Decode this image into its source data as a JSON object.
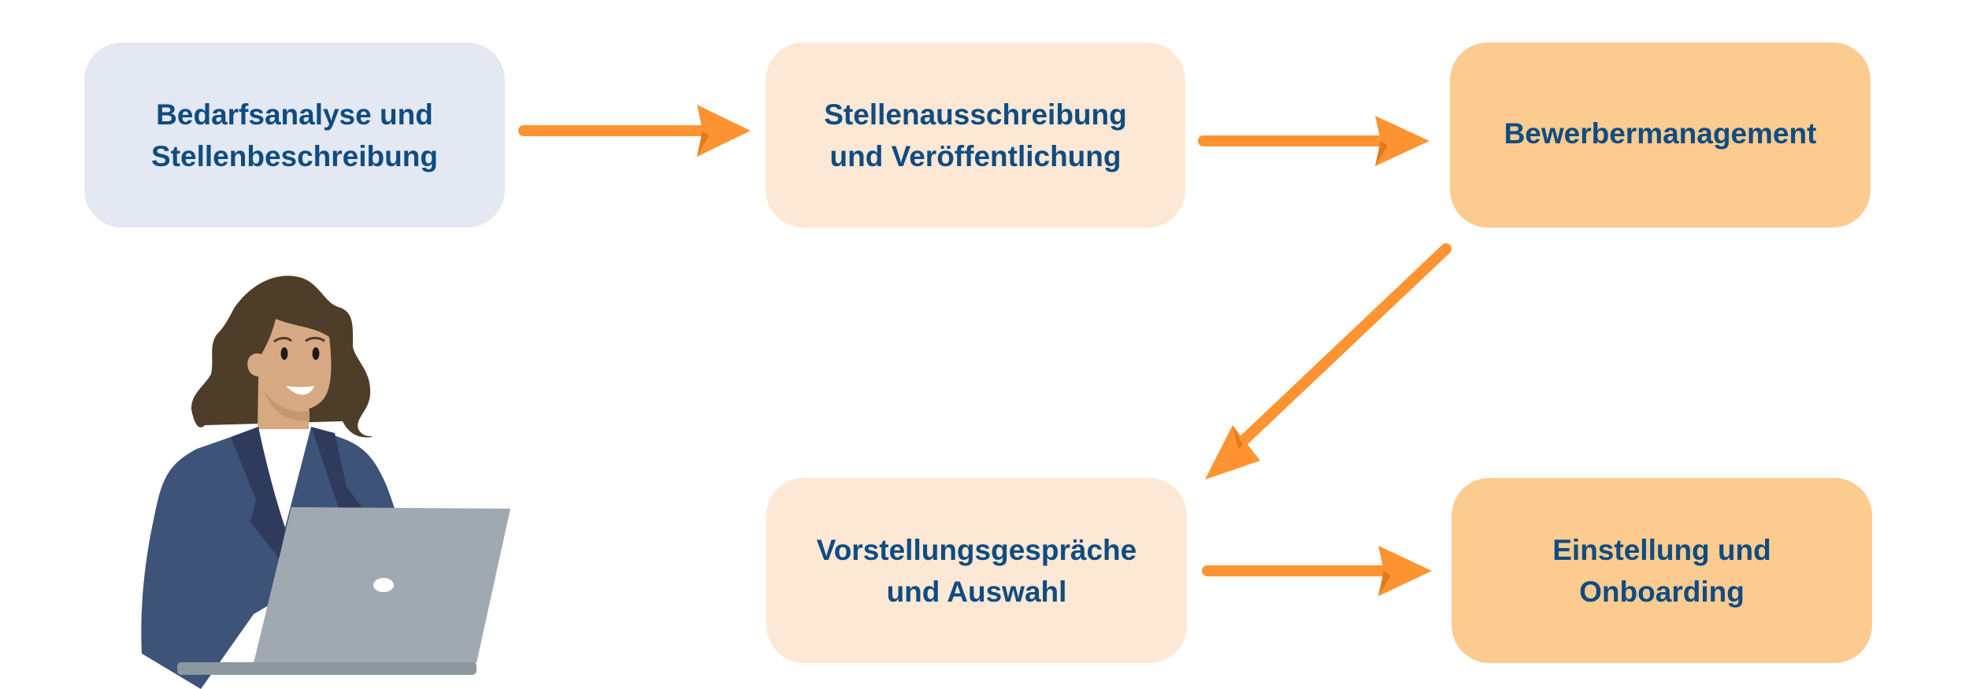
{
  "steps": [
    {
      "lines": [
        "Bedarfsanalyse und",
        "Stellenbeschreibung"
      ]
    },
    {
      "lines": [
        "Stellenausschreibung",
        "und Veröffentlichung"
      ]
    },
    {
      "lines": [
        "Bewerbermanagement"
      ]
    },
    {
      "lines": [
        "Vorstellungsgespräche",
        "und Auswahl"
      ]
    },
    {
      "lines": [
        "Einstellung und",
        "Onboarding"
      ]
    }
  ],
  "colors": {
    "text": "#0f4c81",
    "box_blue": "#e4e8f3",
    "box_light": "#fde8d5",
    "box_orange": "#fccb90",
    "arrow": "#fd9431",
    "arrow_dark": "#e07a1a"
  }
}
